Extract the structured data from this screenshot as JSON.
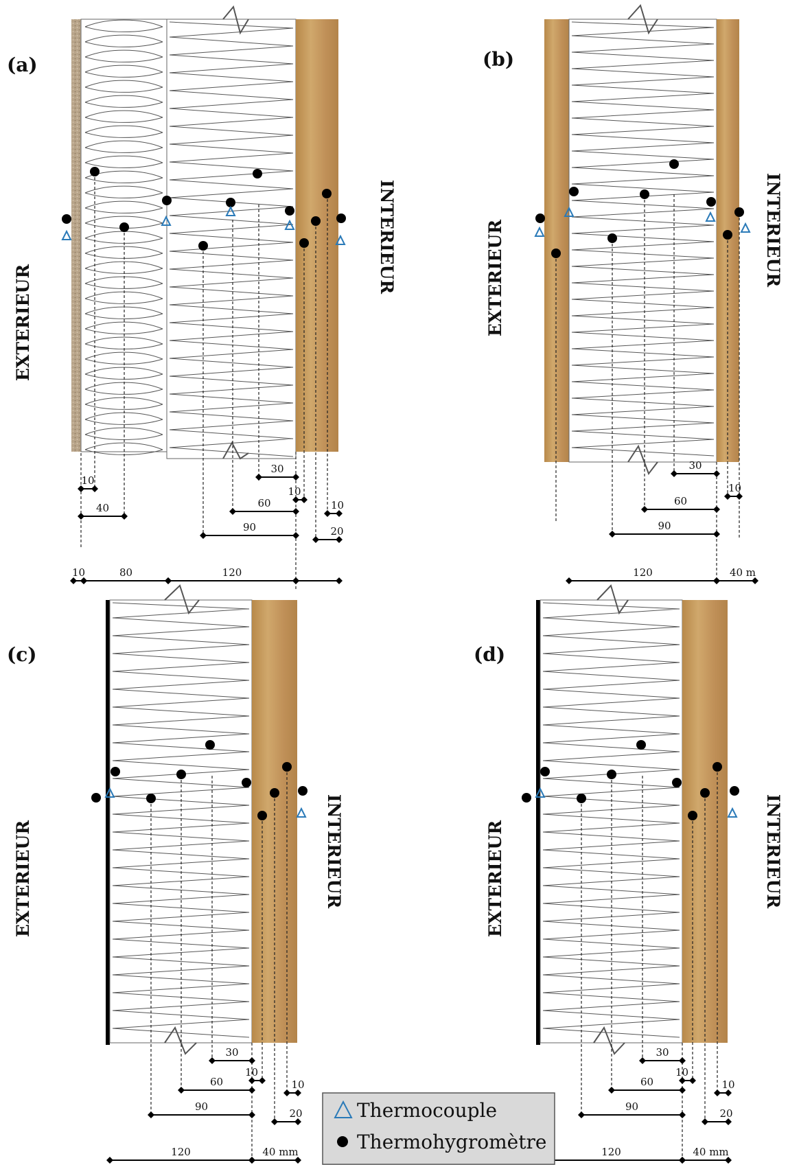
{
  "legend": {
    "thermocouple": "Thermocouple",
    "thermohygrometre": "Thermohygromètre"
  },
  "labels": {
    "exterieur": "EXTERIEUR",
    "interieur": "INTERIEUR"
  },
  "panels": {
    "a": {
      "label": "(a)",
      "dims": {
        "d10a": "10",
        "d40": "40",
        "d30": "30",
        "d10b": "10",
        "d60": "60",
        "d10c": "10",
        "d90": "90",
        "d20": "20",
        "t10": "10",
        "t80": "80",
        "t120": "120"
      }
    },
    "b": {
      "label": "(b)",
      "dims": {
        "d30": "30",
        "d10": "10",
        "d60": "60",
        "d90": "90",
        "t120": "120",
        "t40": "40 m"
      }
    },
    "c": {
      "label": "(c)",
      "dims": {
        "d30": "30",
        "d10a": "10",
        "d60": "60",
        "d10b": "10",
        "d90": "90",
        "d20": "20",
        "t120": "120",
        "t40": "40 mm"
      }
    },
    "d": {
      "label": "(d)",
      "dims": {
        "d30": "30",
        "d10a": "10",
        "d60": "60",
        "d10b": "10",
        "d90": "90",
        "d20": "20",
        "t120": "120",
        "t40": "40 mm"
      }
    }
  },
  "colors": {
    "wood": "#c49a5c",
    "wood_dark": "#a67c3f",
    "render": "#b8a88f",
    "thermocouple": "#2a7ab8",
    "sensor": "#000000",
    "legend_bg": "#d9d9d9"
  }
}
